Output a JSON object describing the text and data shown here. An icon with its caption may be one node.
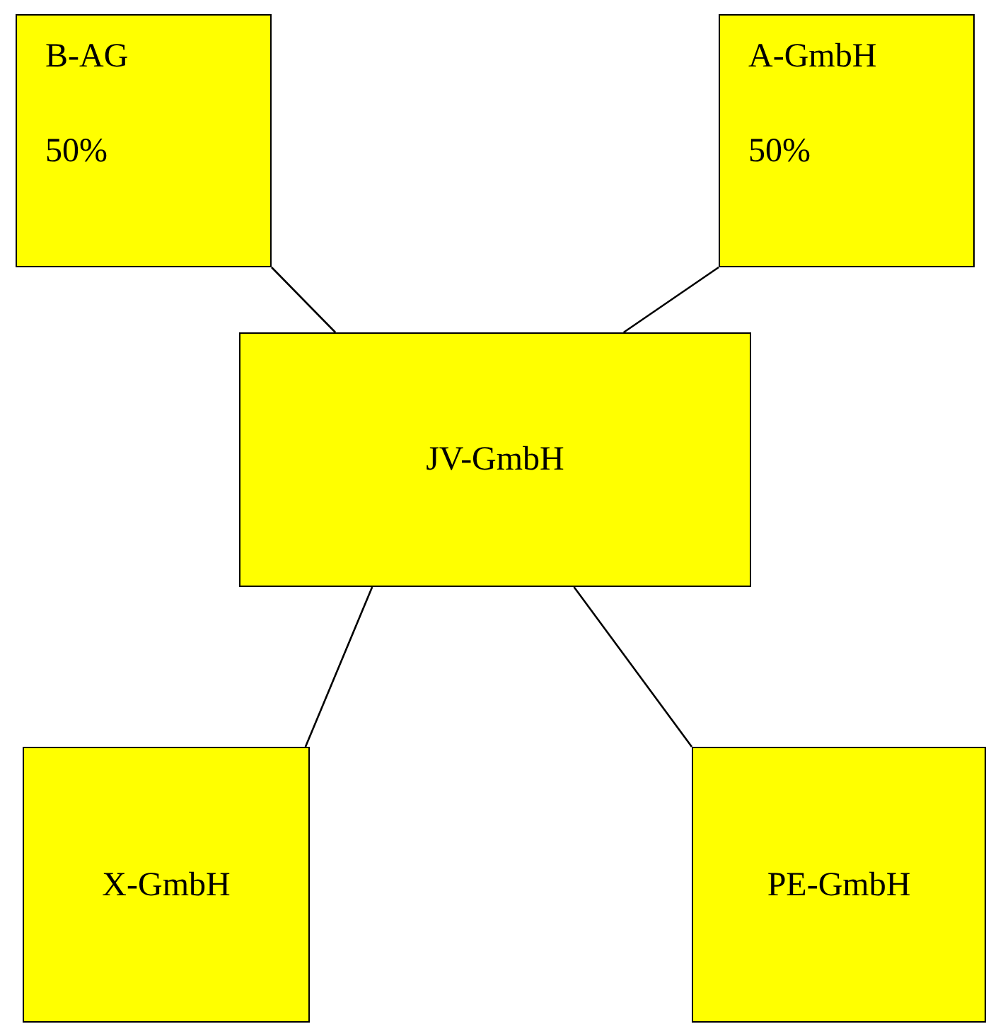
{
  "diagram": {
    "nodes": [
      {
        "text": [
          "B-AG",
          "50%"
        ]
      },
      {
        "text": [
          "A-GmbH",
          "50%"
        ]
      },
      {
        "text": [
          "JV-GmbH"
        ]
      },
      {
        "text": [
          "X-GmbH"
        ]
      },
      {
        "text": [
          "PE-GmbH"
        ]
      }
    ],
    "edges": [
      {
        "from": 0,
        "to": 2,
        "arrow": "none"
      },
      {
        "from": 1,
        "to": 2,
        "arrow": "none"
      },
      {
        "from": 2,
        "to": 3,
        "arrow": "none"
      },
      {
        "from": 2,
        "to": 4,
        "arrow": "none"
      }
    ]
  }
}
